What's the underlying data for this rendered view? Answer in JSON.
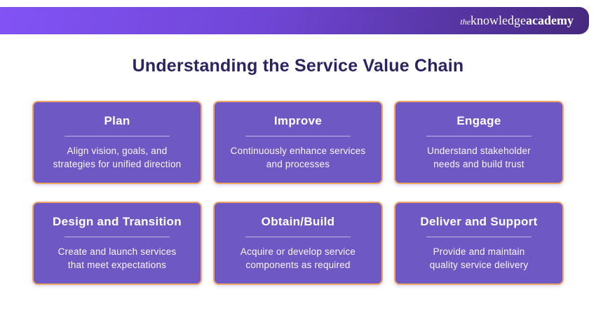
{
  "header": {
    "logo": {
      "the": "the",
      "knowledge": "knowledge",
      "academy": "academy"
    },
    "colors": {
      "gradient_left": "#8253F5",
      "gradient_right": "#46297E"
    }
  },
  "title": "Understanding the Service Value Chain",
  "colors": {
    "title_text": "#2B2461",
    "card_background": "#6E58C4",
    "card_border": "#F0A763",
    "card_text": "#FFFFFF",
    "divider": "rgba(255,255,255,0.55)",
    "page_background": "#FFFFFF"
  },
  "cards": [
    {
      "title": "Plan",
      "description": "Align vision, goals, and\nstrategies for unified direction"
    },
    {
      "title": "Improve",
      "description": "Continuously enhance services\nand processes"
    },
    {
      "title": "Engage",
      "description": "Understand stakeholder\nneeds and build trust"
    },
    {
      "title": "Design and Transition",
      "description": "Create and launch services\nthat meet expectations"
    },
    {
      "title": "Obtain/Build",
      "description": "Acquire or develop service\ncomponents as required"
    },
    {
      "title": "Deliver and Support",
      "description": "Provide and maintain\nquality service delivery"
    }
  ]
}
